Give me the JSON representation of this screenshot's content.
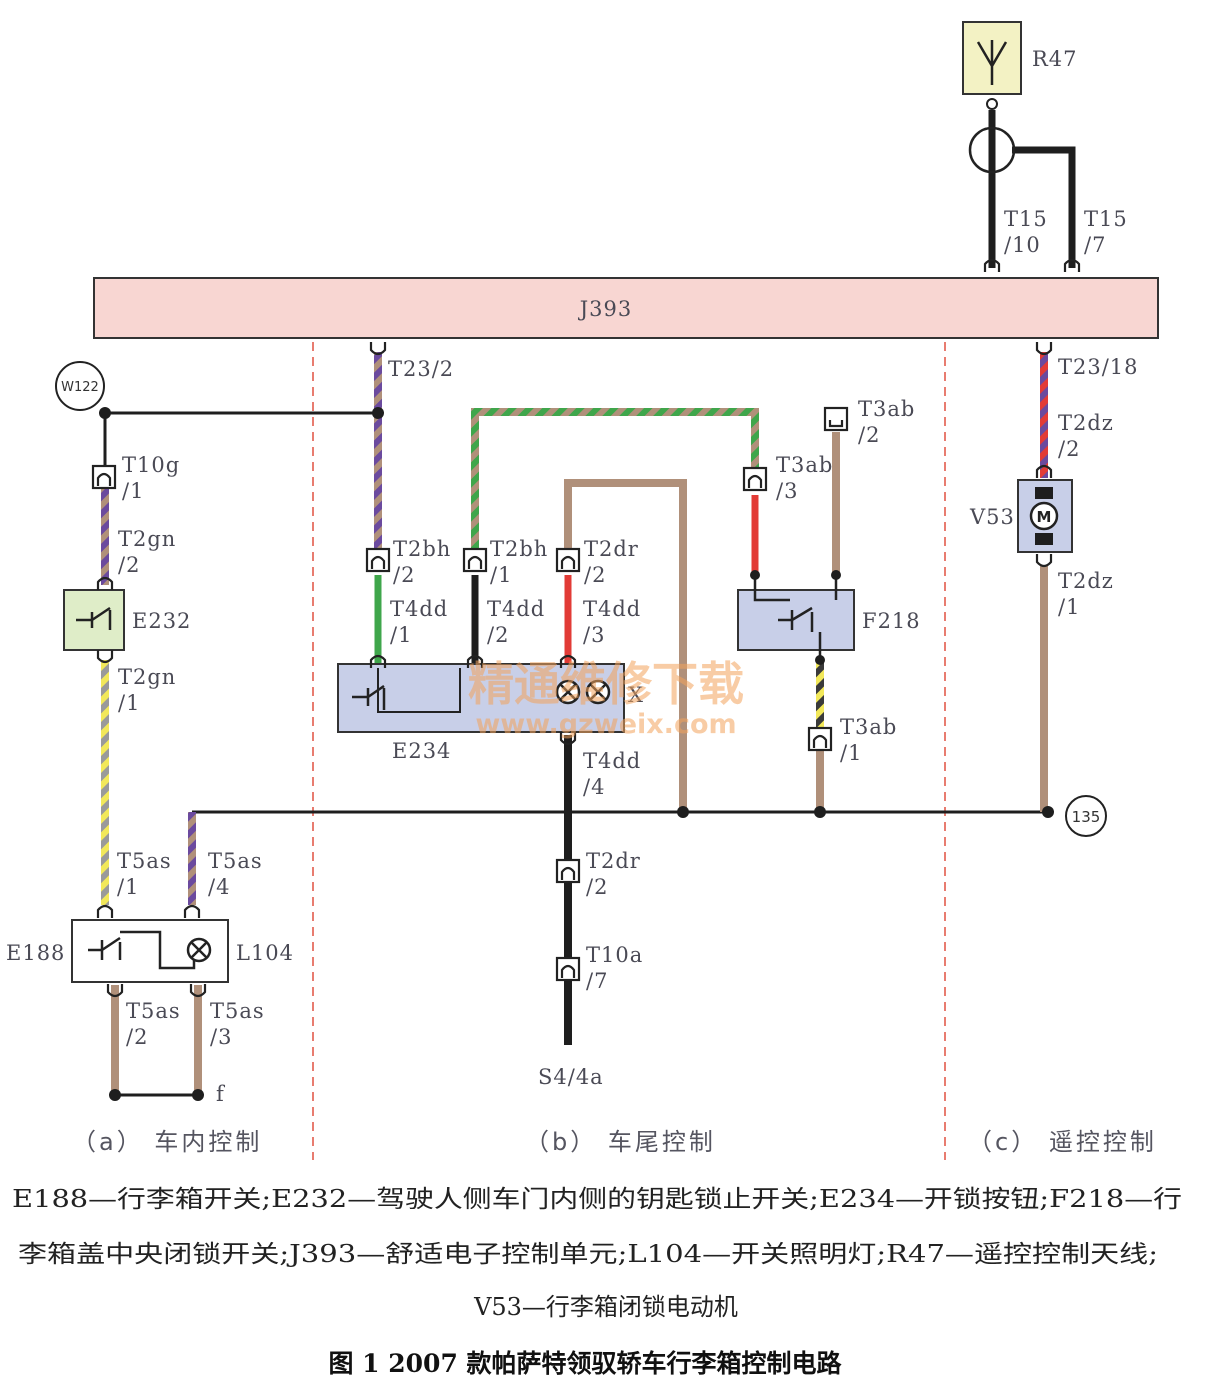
{
  "components": {
    "j393": "J393",
    "r47": "R47",
    "e232": "E232",
    "e234": "E234",
    "e188": "E188",
    "l104": "L104",
    "f218": "F218",
    "v53": "V53",
    "w122": "W122",
    "ground135": "135",
    "f_point": "f",
    "x_mark": "X",
    "s4": "S4/4a"
  },
  "connectors": {
    "t15_10": [
      "T15",
      "/10"
    ],
    "t15_7": [
      "T15",
      "/7"
    ],
    "t23_2": "T23/2",
    "t23_18": "T23/18",
    "t10g_1": [
      "T10g",
      "/1"
    ],
    "t2gn_2": [
      "T2gn",
      "/2"
    ],
    "t2gn_1": [
      "T2gn",
      "/1"
    ],
    "t5as_1": [
      "T5as",
      "/1"
    ],
    "t5as_4": [
      "T5as",
      "/4"
    ],
    "t5as_2": [
      "T5as",
      "/2"
    ],
    "t5as_3": [
      "T5as",
      "/3"
    ],
    "t2bh_2": [
      "T2bh",
      "/2"
    ],
    "t2bh_1": [
      "T2bh",
      "/1"
    ],
    "t2dr_2a": [
      "T2dr",
      "/2"
    ],
    "t4dd_1": [
      "T4dd",
      "/1"
    ],
    "t4dd_2": [
      "T4dd",
      "/2"
    ],
    "t4dd_3": [
      "T4dd",
      "/3"
    ],
    "t4dd_4": [
      "T4dd",
      "/4"
    ],
    "t2dr_2b": [
      "T2dr",
      "/2"
    ],
    "t10a_7": [
      "T10a",
      "/7"
    ],
    "t3ab_2": [
      "T3ab",
      "/2"
    ],
    "t3ab_3": [
      "T3ab",
      "/3"
    ],
    "t3ab_1": [
      "T3ab",
      "/1"
    ],
    "t2dz_2": [
      "T2dz",
      "/2"
    ],
    "t2dz_1": [
      "T2dz",
      "/1"
    ]
  },
  "sections": {
    "a": "（a） 车内控制",
    "b": "（b） 车尾控制",
    "c": "（c） 遥控控制"
  },
  "watermark": {
    "line1": "精通维修下载",
    "line2": "www.gzweix.com"
  },
  "caption": {
    "line1": "E188—行李箱开关;E232—驾驶人侧车门内侧的钥匙锁止开关;E234—开锁按钮;F218—行",
    "line2": "李箱盖中央闭锁开关;J393—舒适电子控制单元;L104—开关照明灯;R47—遥控控制天线;",
    "line3": "V53—行李箱闭锁电动机"
  },
  "figure_title": "图 1   2007 款帕萨特领驭轿车行李箱控制电路",
  "colors": {
    "wire_brown": "#b0907a",
    "wire_violet": "#6b4a9e",
    "wire_yellow": "#f2e85a",
    "wire_green": "#3fa64b",
    "wire_red": "#e23b36",
    "wire_black": "#1e1e1e",
    "j393_fill": "#f8d6d2",
    "box_blue": "#c8cfe8",
    "box_green": "#dfedc8",
    "box_yellow": "#f3f2c4",
    "divider": "#e05040"
  }
}
